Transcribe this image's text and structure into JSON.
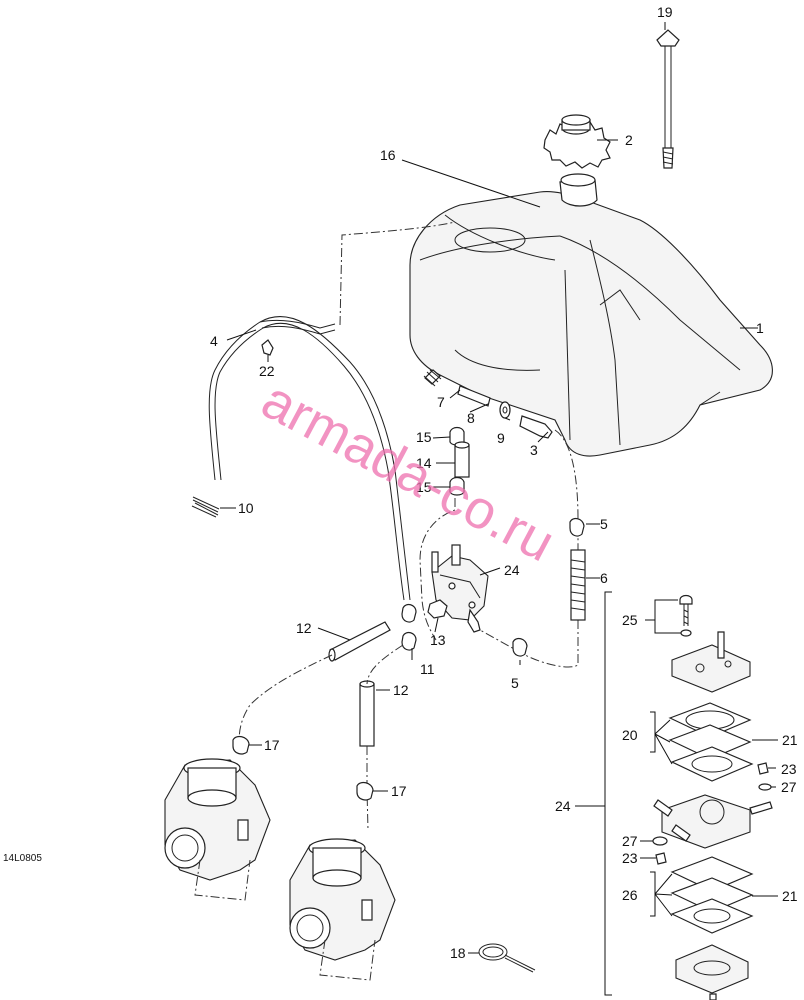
{
  "figure_code": "14L0805",
  "watermark": "armada-co.ru",
  "callouts": {
    "c1": "1",
    "c2": "2",
    "c3": "3",
    "c4": "4",
    "c5a": "5",
    "c5b": "5",
    "c6": "6",
    "c7": "7",
    "c8": "8",
    "c9": "9",
    "c10": "10",
    "c11": "11",
    "c12a": "12",
    "c12b": "12",
    "c13": "13",
    "c14": "14",
    "c15a": "15",
    "c15b": "15",
    "c16": "16",
    "c17a": "17",
    "c17b": "17",
    "c18": "18",
    "c19": "19",
    "c20": "20",
    "c21a": "21",
    "c21b": "21",
    "c22": "22",
    "c23a": "23",
    "c23b": "23",
    "c24a": "24",
    "c24b": "24",
    "c25": "25",
    "c26": "26",
    "c27a": "27",
    "c27b": "27"
  }
}
